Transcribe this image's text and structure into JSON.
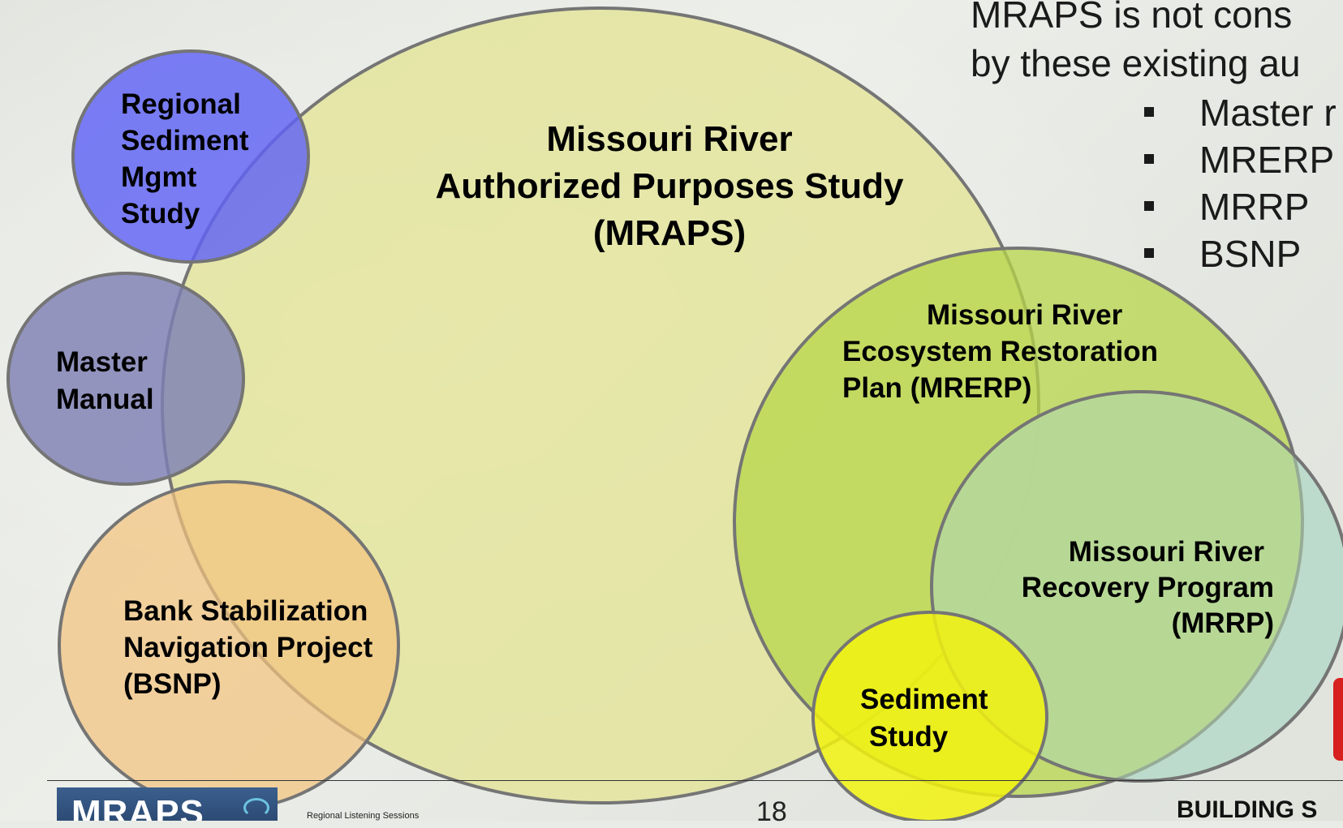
{
  "diagram": {
    "mraps": {
      "lines": [
        "Missouri River",
        "Authorized Purposes Study",
        "(MRAPS)"
      ],
      "color": "#e3e49a"
    },
    "rsm": {
      "lines": [
        "Regional",
        "Sediment",
        "Mgmt",
        "Study"
      ],
      "color": "#6b6ef7"
    },
    "master_manual": {
      "lines": [
        "Master",
        "Manual"
      ],
      "color": "#8788b5"
    },
    "bsnp": {
      "lines": [
        "Bank Stabilization",
        "Navigation Project",
        "(BSNP)"
      ],
      "color": "#f1cc8f"
    },
    "mrerp": {
      "lines": [
        "Missouri River",
        "Ecosystem Restoration",
        "Plan (MRERP)"
      ],
      "color": "#bcd95a"
    },
    "mrrp": {
      "lines": [
        "Missouri River",
        "Recovery Program",
        "(MRRP)"
      ],
      "color": "#b6d7b7"
    },
    "sediment": {
      "lines": [
        "Sediment",
        "Study"
      ],
      "color": "#eef018"
    },
    "outline_color": "#757575"
  },
  "side_text": {
    "intro_lines": [
      "MRAPS is not cons",
      "by these existing au"
    ],
    "bullets": [
      "Master r",
      "MRERP",
      "MRRP",
      "BSNP"
    ]
  },
  "footer": {
    "logo_text": "MRAPS",
    "small_text": "Regional Listening Sessions",
    "page_number": "18",
    "tagline": "BUILDING S"
  }
}
